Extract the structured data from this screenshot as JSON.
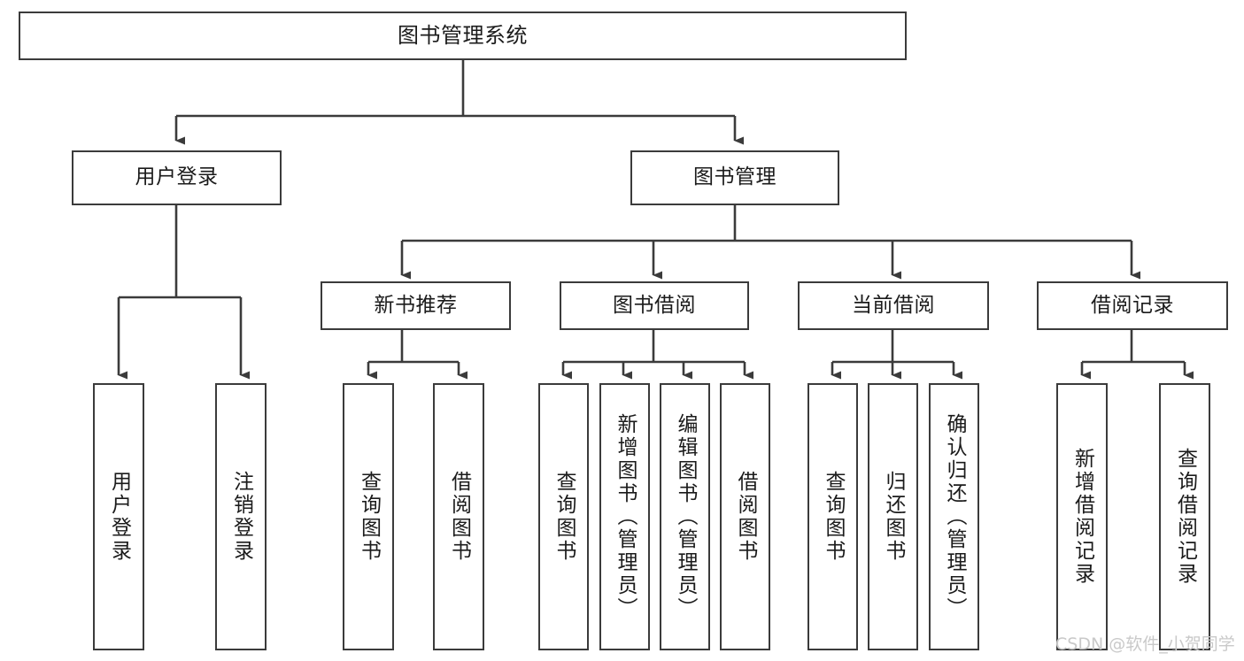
{
  "diagram": {
    "type": "tree-hierarchy-flowchart",
    "title": "图书管理系统",
    "orientation": "top-down",
    "colors": {
      "box_border": "#3b3b3b",
      "box_fill": "#ffffff",
      "connector": "#3b3b3b",
      "text": "#1b1b1b",
      "background": "#ffffff",
      "watermark": "#c9c9c9"
    },
    "nodes": {
      "root": {
        "label": "图书管理系统"
      },
      "level2": [
        {
          "label": "用户登录"
        },
        {
          "label": "图书管理"
        }
      ],
      "level3": [
        {
          "label": "新书推荐"
        },
        {
          "label": "图书借阅"
        },
        {
          "label": "当前借阅"
        },
        {
          "label": "借阅记录"
        }
      ],
      "leaves": {
        "user_login": [
          {
            "label": "用户登录"
          },
          {
            "label": "注销登录"
          }
        ],
        "new_book_recommend": [
          {
            "label": "查询图书"
          },
          {
            "label": "借阅图书"
          }
        ],
        "book_borrow": [
          {
            "label": "查询图书"
          },
          {
            "label": "新增图书（管理员）"
          },
          {
            "label": "编辑图书（管理员）"
          },
          {
            "label": "借阅图书"
          }
        ],
        "current_borrow": [
          {
            "label": "查询图书"
          },
          {
            "label": "归还图书"
          },
          {
            "label": "确认归还（管理员）"
          }
        ],
        "borrow_record": [
          {
            "label": "新增借阅记录"
          },
          {
            "label": "查询借阅记录"
          }
        ]
      }
    },
    "watermark": "CSDN @软件_小贺同学"
  }
}
